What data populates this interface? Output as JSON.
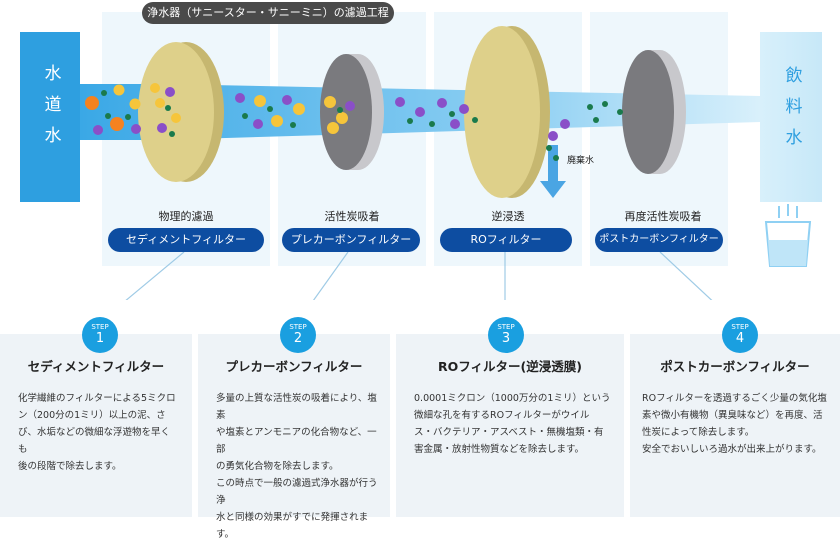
{
  "header": {
    "title": "浄水器（サニースター・サニーミニ）の濾過工程"
  },
  "source": {
    "label": "水道水"
  },
  "output": {
    "label": "飲料水"
  },
  "waste": {
    "label": "廃棄水"
  },
  "stages": [
    {
      "process": "物理的濾過",
      "filter": "セディメントフィルター"
    },
    {
      "process": "活性炭吸着",
      "filter": "プレカーボンフィルター"
    },
    {
      "process": "逆浸透",
      "filter": "ROフィルター"
    },
    {
      "process": "再度活性炭吸着",
      "filter": "ポストカーボンフィルター"
    }
  ],
  "steps": [
    {
      "badge": "STEP",
      "number": "1",
      "title": "セディメントフィルター",
      "desc": "化学繊維のフィルターによる5ミクロ\nン（200分の1ミリ）以上の泥、さ\nび、水垢などの微細な浮遊物を早くも\n後の段階で除去します。"
    },
    {
      "badge": "STEP",
      "number": "2",
      "title": "プレカーボンフィルター",
      "desc": "多量の上質な活性炭の吸着により、塩素\nや塩素とアンモニアの化合物など、一部\nの勇気化合物を除去します。\nこの時点で一般の濾過式浄水器が行う浄\n水と同様の効果がすでに発揮されます。"
    },
    {
      "badge": "STEP",
      "number": "3",
      "title": "ROフィルター(逆浸透膜)",
      "desc": "0.0001ミクロン（1000万分の1ミリ）という\n微細な孔を有するROフィルターがウイル\nス・バクテリア・アスベスト・無機塩類・有\n害金属・放射性物質などを除去します。"
    },
    {
      "badge": "STEP",
      "number": "4",
      "title": "ポストカーボンフィルター",
      "desc": "ROフィルターを透過するごく少量の気化塩\n素や微小有機物（異臭味など）を再度、活\n性炭によって除去します。\n安全でおいしいろ過水が出来上がります。"
    }
  ],
  "colors": {
    "navy": "#0d4da1",
    "step_blue": "#1a9fe0",
    "source_blue": "#2e9fe0",
    "orange": "#f5821f",
    "yellow": "#f6c53b",
    "purple": "#8a4fc8",
    "green": "#1a7a4c"
  }
}
